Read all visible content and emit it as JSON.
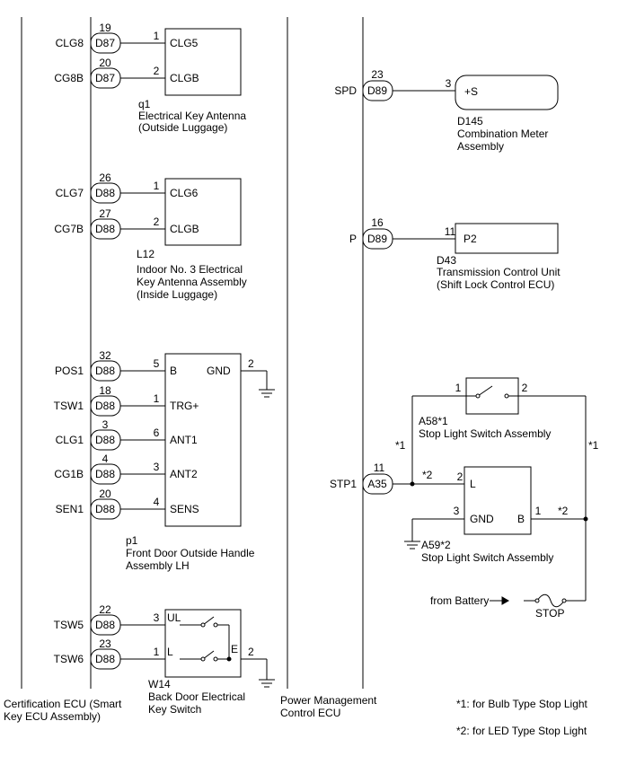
{
  "ecu_left": {
    "name": "Certification ECU (Smart Key ECU Assembly)",
    "line1": "Certification ECU (Smart",
    "line2": "Key ECU Assembly)"
  },
  "ecu_right": {
    "name": "Power Management Control ECU",
    "line1": "Power Management",
    "line2": "Control ECU"
  },
  "left_pins": [
    {
      "signal": "CLG8",
      "connector": "D87",
      "pin": "19",
      "to_pin": "1"
    },
    {
      "signal": "CG8B",
      "connector": "D87",
      "pin": "20",
      "to_pin": "2"
    },
    {
      "signal": "CLG7",
      "connector": "D88",
      "pin": "26",
      "to_pin": "1"
    },
    {
      "signal": "CG7B",
      "connector": "D88",
      "pin": "27",
      "to_pin": "2"
    },
    {
      "signal": "POS1",
      "connector": "D88",
      "pin": "32",
      "to_pin": "5"
    },
    {
      "signal": "TSW1",
      "connector": "D88",
      "pin": "18",
      "to_pin": "1"
    },
    {
      "signal": "CLG1",
      "connector": "D88",
      "pin": "3",
      "to_pin": "6"
    },
    {
      "signal": "CG1B",
      "connector": "D88",
      "pin": "4",
      "to_pin": "3"
    },
    {
      "signal": "SEN1",
      "connector": "D88",
      "pin": "20",
      "to_pin": "4"
    },
    {
      "signal": "TSW5",
      "connector": "D88",
      "pin": "22",
      "to_pin": "3"
    },
    {
      "signal": "TSW6",
      "connector": "D88",
      "pin": "23",
      "to_pin": "1"
    }
  ],
  "right_pins": [
    {
      "signal": "SPD",
      "connector": "D89",
      "pin": "23",
      "to_pin": "3"
    },
    {
      "signal": "P",
      "connector": "D89",
      "pin": "16",
      "to_pin": "11"
    },
    {
      "signal": "STP1",
      "connector": "A35",
      "pin": "11",
      "to_pin": "2"
    }
  ],
  "components": {
    "q1": {
      "code": "q1",
      "name1": "Electrical Key Antenna",
      "name2": "(Outside Luggage)",
      "pins": [
        "CLG5",
        "CLGB"
      ]
    },
    "l12": {
      "code": "L12",
      "name1": "Indoor No. 3 Electrical",
      "name2": "Key Antenna Assembly",
      "name3": "(Inside Luggage)",
      "pins": [
        "CLG6",
        "CLGB"
      ]
    },
    "p1": {
      "code": "p1",
      "name1": "Front Door Outside Handle",
      "name2": "Assembly LH",
      "pins": [
        "B",
        "TRG+",
        "ANT1",
        "ANT2",
        "SENS",
        "GND"
      ],
      "gnd_pin": "2"
    },
    "w14": {
      "code": "W14",
      "name1": "Back Door Electrical",
      "name2": "Key Switch",
      "pins": [
        "UL",
        "L",
        "E"
      ],
      "gnd_pin": "2"
    },
    "d145": {
      "code": "D145",
      "name1": "Combination Meter",
      "name2": "Assembly",
      "pin_label": "+S"
    },
    "d43": {
      "code": "D43",
      "name1": "Transmission Control Unit",
      "name2": "(Shift Lock Control ECU)",
      "pin_label": "P2"
    },
    "a58": {
      "code": "A58*1",
      "name": "Stop Light Switch Assembly",
      "pin_a": "1",
      "pin_b": "2"
    },
    "a59": {
      "code": "A59*2",
      "name": "Stop Light Switch Assembly",
      "pins": [
        "L",
        "GND",
        "B"
      ],
      "pin_l": "2",
      "pin_gnd": "3",
      "pin_b": "1"
    }
  },
  "wire_marks": {
    "m1_left": "*1",
    "m1_right": "*1",
    "m2_left": "*2",
    "m2_right": "*2"
  },
  "fuse": {
    "label": "STOP",
    "source": "from Battery"
  },
  "notes": [
    "*1: for Bulb Type Stop Light",
    "*2: for LED Type Stop Light"
  ]
}
